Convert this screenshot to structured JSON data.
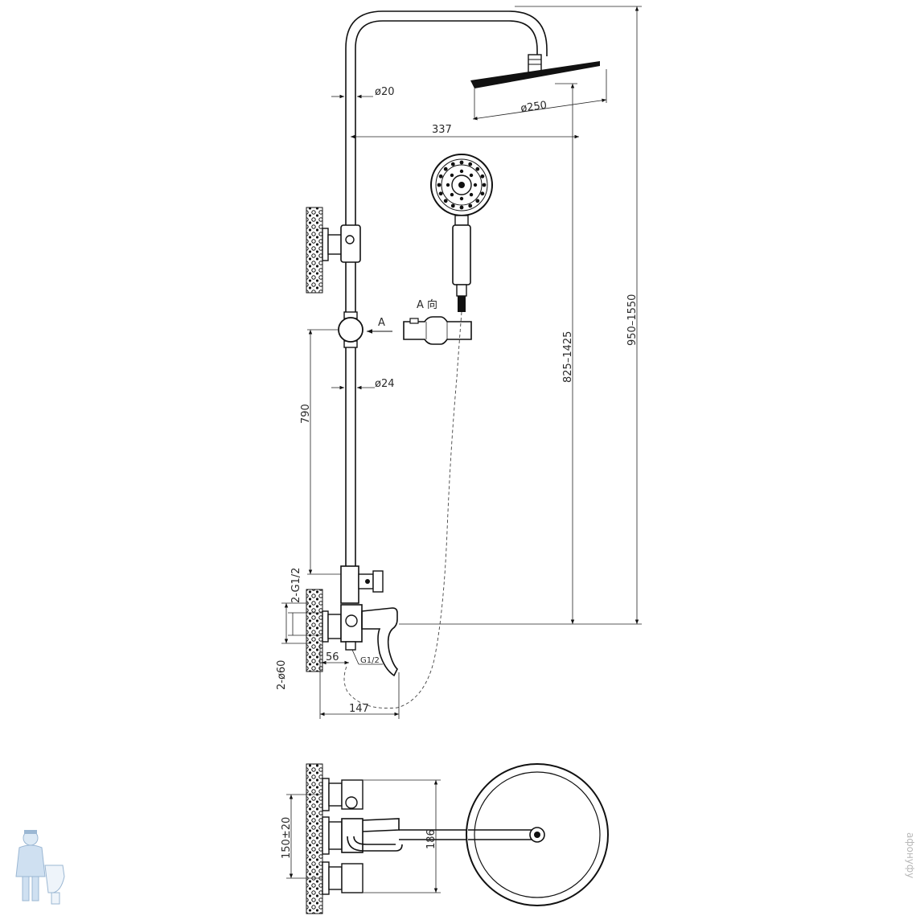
{
  "dimensions": {
    "d20": "ø20",
    "d250": "ø250",
    "arm_length": "337",
    "total_height": "950–1550",
    "head_height": "825–1425",
    "rail_length": "790",
    "d24": "ø24",
    "inlet_thread": "2-G1/2",
    "escutcheon_dia": "2-ø60",
    "offset": "56",
    "outlet_thread": "G1/2",
    "depth": "147",
    "centers": "150±20",
    "body_height": "186"
  },
  "view_label": {
    "letter": "A",
    "full": "A 向"
  },
  "watermark": "афонуфу"
}
